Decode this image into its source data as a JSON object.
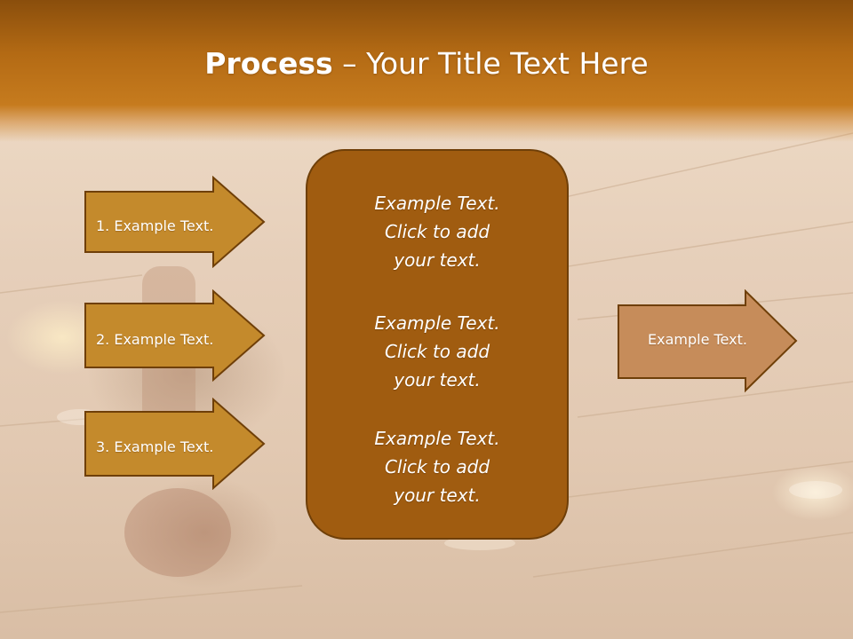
{
  "title": {
    "bold": "Process",
    "rest": " – Your Title Text Here"
  },
  "left_arrows": [
    {
      "label": "1. Example Text."
    },
    {
      "label": "2. Example Text."
    },
    {
      "label": "3. Example Text."
    }
  ],
  "center_box": {
    "blocks": [
      {
        "lines": [
          "Example Text.",
          "Click  to add",
          "your text."
        ]
      },
      {
        "lines": [
          "Example Text.",
          "Click  to add",
          "your text."
        ]
      },
      {
        "lines": [
          "Example Text.",
          "Click  to add",
          "your text."
        ]
      }
    ]
  },
  "right_arrow": {
    "label": "Example Text."
  },
  "colors": {
    "header": "#b36a14",
    "left_arrow_fill": "#c48a2c",
    "arrow_border": "#6f3f08",
    "center_fill": "#a05c10",
    "right_arrow_fill": "#c68c5a"
  }
}
